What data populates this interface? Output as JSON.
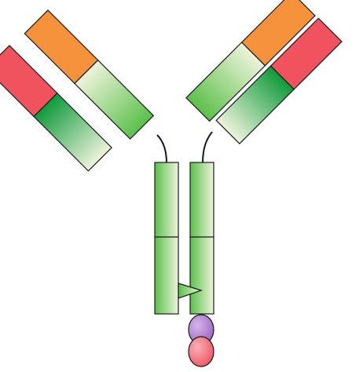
{
  "figure": {
    "type": "antibody-structure-diagram",
    "labels_shown": false
  },
  "colors": {
    "orange_domain": "#F7923C",
    "red_domain": "#F0535D",
    "green_dark": "#109A3C",
    "green_mid": "#5BC04A",
    "green_light": "#D6EBB5",
    "cream": "#EEF3DC",
    "purple_glycan": "#9B62C2",
    "purple_glycan_light": "#D6B6EA",
    "pink_glycan": "#F0535D",
    "pink_glycan_light": "#F9B1B6",
    "outline": "#1A1A1A",
    "linker": "#0E1A2C"
  },
  "parts": [
    {
      "id": "left-outer-arm",
      "segments": [
        "red",
        "green"
      ]
    },
    {
      "id": "left-inner-arm",
      "segments": [
        "orange",
        "green"
      ]
    },
    {
      "id": "right-inner-arm",
      "segments": [
        "orange",
        "green"
      ]
    },
    {
      "id": "right-outer-arm",
      "segments": [
        "red",
        "green"
      ]
    },
    {
      "id": "stem-left",
      "segments": [
        "green",
        "green"
      ]
    },
    {
      "id": "stem-right",
      "segments": [
        "green",
        "green"
      ]
    },
    {
      "id": "glycan-pair",
      "segments": [
        "purple",
        "pink"
      ]
    }
  ]
}
